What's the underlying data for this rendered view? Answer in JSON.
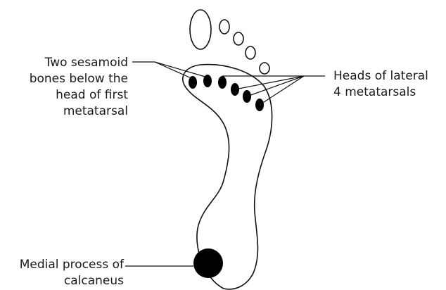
{
  "labels": {
    "sesamoid": {
      "lines": [
        "Two sesamoid",
        "bones below the",
        "head of first",
        "metatarsal"
      ]
    },
    "lateral_heads": {
      "lines": [
        "Heads of lateral",
        "4 metatarsals"
      ]
    },
    "calcaneus": {
      "lines": [
        "Medial process of",
        "calcaneus"
      ]
    }
  },
  "colors": {
    "stroke": "#111111",
    "fill_dark": "#000000",
    "text": "#1a1a1a"
  }
}
